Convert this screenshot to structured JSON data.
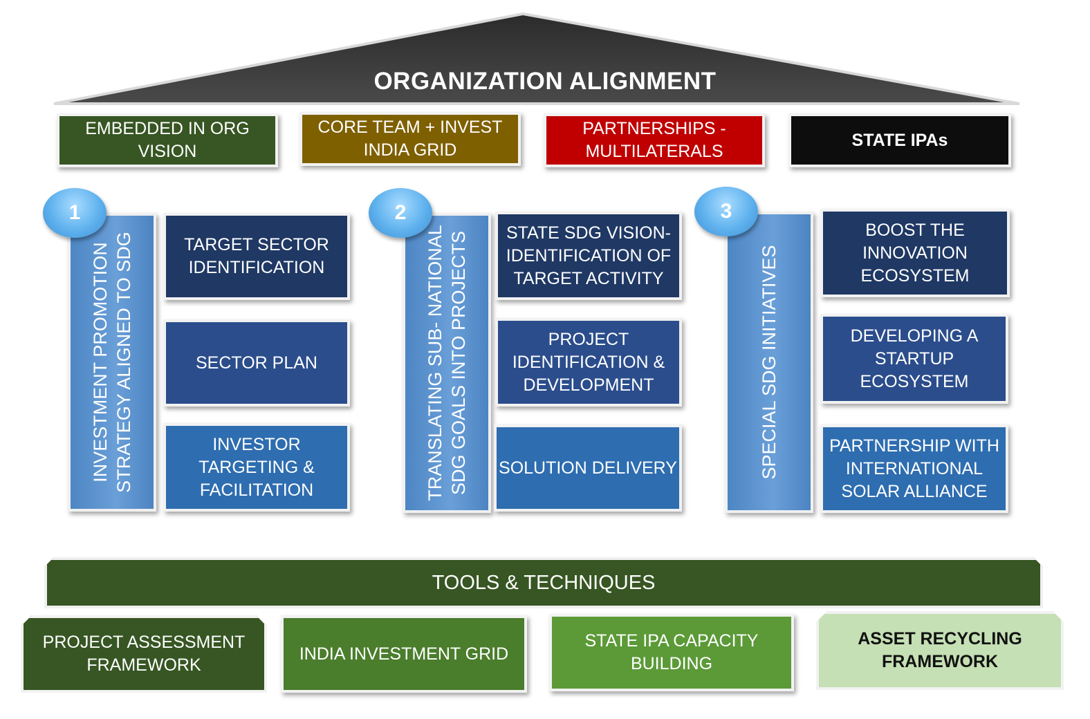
{
  "roof": {
    "title": "ORGANIZATION ALIGNMENT"
  },
  "alignment_boxes": [
    {
      "label": "EMBEDDED IN ORG VISION",
      "color": "#375623"
    },
    {
      "label": "CORE TEAM + INVEST INDIA GRID",
      "color": "#7f6000"
    },
    {
      "label": "PARTNERSHIPS - MULTILATERALS",
      "color": "#c00000"
    },
    {
      "label": "STATE IPAs",
      "color": "#0d0d0d"
    }
  ],
  "pillars": [
    {
      "number": "1",
      "title": "INVESTMENT PROMOTION STRATEGY ALIGNED TO SDG",
      "items": [
        "TARGET SECTOR IDENTIFICATION",
        "SECTOR PLAN",
        "INVESTOR TARGETING & FACILITATION"
      ]
    },
    {
      "number": "2",
      "title": "TRANSLATING SUB- NATIONAL SDG GOALS INTO PROJECTS",
      "items": [
        "STATE SDG  VISION- IDENTIFICATION OF TARGET ACTIVITY",
        "PROJECT IDENTIFICATION & DEVELOPMENT",
        "SOLUTION DELIVERY"
      ]
    },
    {
      "number": "3",
      "title": "SPECIAL SDG INITIATIVES",
      "items": [
        "BOOST THE INNOVATION ECOSYSTEM",
        "DEVELOPING A STARTUP ECOSYSTEM",
        "PARTNERSHIP WITH INTERNATIONAL SOLAR ALLIANCE"
      ]
    }
  ],
  "tools": {
    "title": "TOOLS & TECHNIQUES"
  },
  "foundation_boxes": [
    {
      "label": "PROJECT ASSESSMENT FRAMEWORK",
      "color": "#375623"
    },
    {
      "label": "INDIA INVESTMENT GRID",
      "color": "#4a7d2c"
    },
    {
      "label": "STATE IPA CAPACITY BUILDING",
      "color": "#5b9a37"
    },
    {
      "label": "ASSET RECYCLING FRAMEWORK",
      "color": "#c5e0b4"
    }
  ]
}
